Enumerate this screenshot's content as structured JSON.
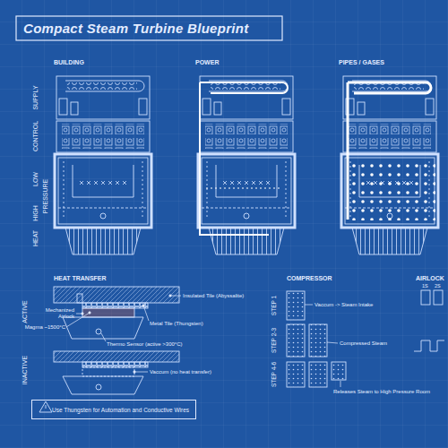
{
  "diagram": {
    "title": "Compact Steam Turbine Blueprint",
    "nodes": [
      {
        "text": [
          "Use Thungsten for Automation and Conductive Wires"
        ]
      }
    ],
    "labels": [
      "BUILDING",
      "POWER",
      "PIPES / GASES",
      "SUPPLY",
      "CONTROL",
      "LOW",
      "HIGH",
      "PRESSURE",
      "HEAT",
      "HEAT TRANSFER",
      "ACTIVE",
      "INACTIVE",
      "Insulated Tile (Abyssalite)",
      "Mechanized Airlock",
      "Metal Tile (Thungsten)",
      "Magma ~1500°C",
      "Thermo Sensor (active >300°C)",
      "Vaccum (no heat transfer)",
      "COMPRESSOR",
      "STEP 1",
      "STEP 2-3",
      "STEP 4-6",
      "Vaccum -> Steam Intake",
      "Compressed Steam",
      "Releases Steam to High Pressure Room",
      "AIRLOCK",
      "1S",
      "2S"
    ]
  }
}
